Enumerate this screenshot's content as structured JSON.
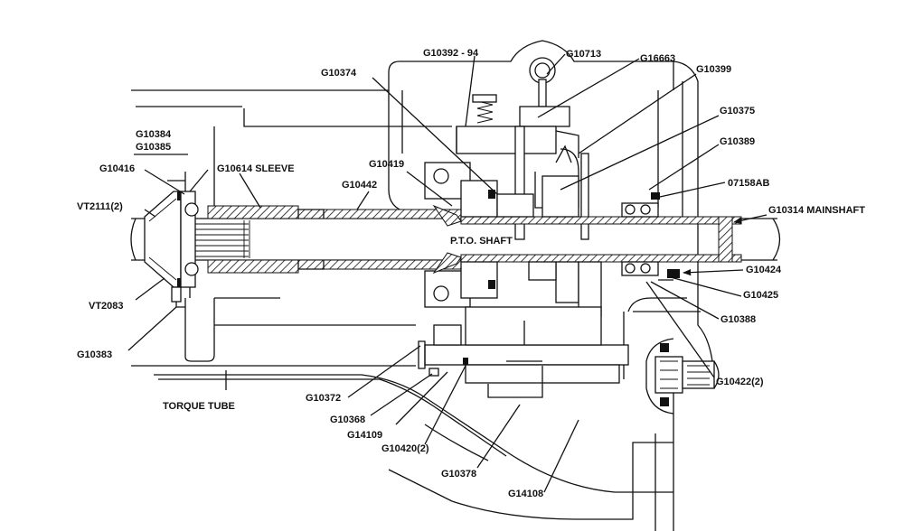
{
  "labels": {
    "g10392": "G10392 - 94",
    "g10713": "G10713",
    "g16663": "G16663",
    "g10374": "G10374",
    "g10399": "G10399",
    "g10375": "G10375",
    "g10389": "G10389",
    "g10384": "G10384",
    "g10385": "G10385",
    "g10416": "G10416",
    "g10614": "G10614 SLEEVE",
    "g10419": "G10419",
    "g10442": "G10442",
    "o7158ab": "07158AB",
    "vt2111": "VT2111(2)",
    "g10314": "G10314 MAINSHAFT",
    "pto": "P.T.O. SHAFT",
    "g10424": "G10424",
    "vt2083": "VT2083",
    "g10425": "G10425",
    "g10388": "G10388",
    "g10383": "G10383",
    "g10372": "G10372",
    "g10422": "G10422(2)",
    "torque": "TORQUE TUBE",
    "g10368": "G10368",
    "g14109": "G14109",
    "g10420": "G10420(2)",
    "g10378": "G10378",
    "g14108": "G14108"
  }
}
